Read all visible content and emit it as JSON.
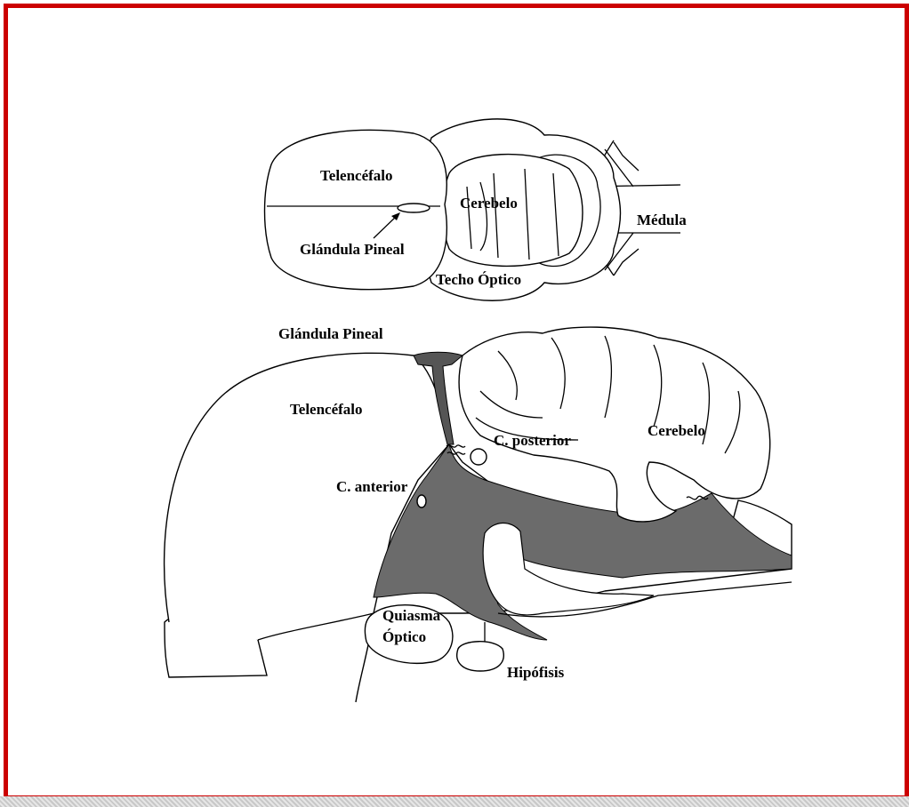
{
  "colors": {
    "frame": "#cc0000",
    "ventricle_fill": "#6b6b6b",
    "line": "#000000"
  },
  "dorsal_view": {
    "labels": {
      "telencephalon": "Telencéfalo",
      "cerebellum": "Cerebelo",
      "spinal_cord": "Médula",
      "pineal_gland": "Glándula Pineal",
      "optic_tectum": "Techo Óptico"
    }
  },
  "sagittal_view": {
    "labels": {
      "pineal_gland": "Glándula Pineal",
      "telencephalon": "Telencéfalo",
      "posterior_commissure": "C. posterior",
      "cerebellum": "Cerebelo",
      "anterior_commissure": "C. anterior",
      "optic_chiasm_line1": "Quiasma",
      "optic_chiasm_line2": "Óptico",
      "pituitary": "Hipófisis"
    }
  }
}
